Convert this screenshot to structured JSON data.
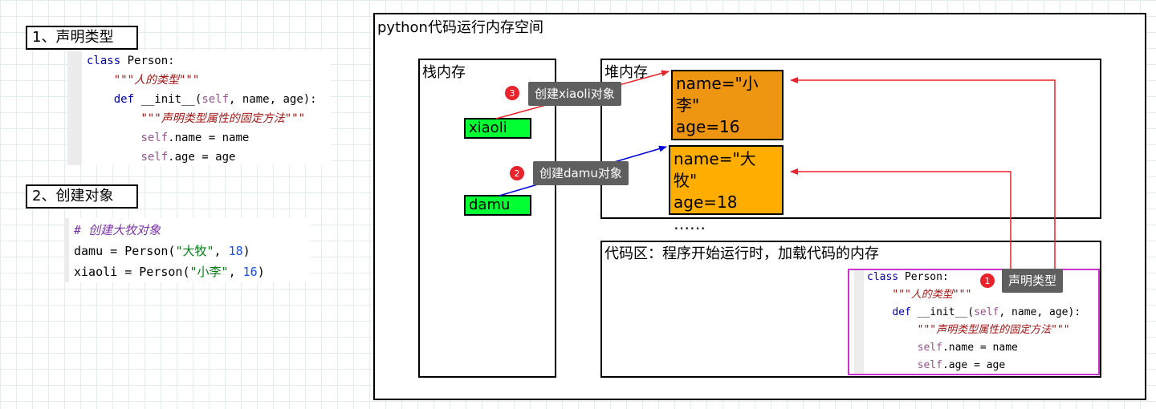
{
  "steps": {
    "declare": "1、声明类型",
    "create": "2、创建对象"
  },
  "class_code": {
    "kw_class": "class",
    "class_name": " Person:",
    "doc1": "\"\"\"人的类型\"\"\"",
    "kw_def": "def",
    "def_rest": " __init__(",
    "self1": "self",
    "def_params": ", name, age):",
    "doc2": "\"\"\"声明类型属性的固定方法\"\"\"",
    "self2": "self",
    "assign_name": ".name = name",
    "self3": "self",
    "assign_age": ".age = age"
  },
  "create_code": {
    "comment": "# 创建大牧对象",
    "damu_lhs": "damu = Person(",
    "damu_str": "\"大牧\"",
    "damu_sep": ", ",
    "damu_num": "18",
    "close": ")",
    "xiaoli_lhs": "xiaoli = Person(",
    "xiaoli_str": "\"小李\"",
    "xiaoli_sep": ", ",
    "xiaoli_num": "16"
  },
  "memory": {
    "outer_title": "python代码运行内存空间",
    "stack_title": "栈内存",
    "heap_title": "堆内存",
    "code_area_title": "代码区：程序开始运行时，加载代码的内存",
    "vars": {
      "xiaoli": "xiaoli",
      "damu": "damu"
    },
    "obj_xiaoli": {
      "line1": "name=\"小李\"",
      "line2": "age=16",
      "line3": "……",
      "color": "#ee9612"
    },
    "obj_damu": {
      "line1": "name=\"大牧\"",
      "line2": "age=18",
      "line3": "……",
      "color": "#ffae00"
    }
  },
  "callouts": [
    {
      "num": "3",
      "label": "创建xiaoli对象"
    },
    {
      "num": "2",
      "label": "创建damu对象"
    },
    {
      "num": "1",
      "label": "声明类型"
    }
  ],
  "colors": {
    "stack_var_bg": "#00ff33",
    "arrow_red": "#e8232b",
    "arrow_blue": "#0000dd",
    "code_area_border": "#cc33cc"
  }
}
